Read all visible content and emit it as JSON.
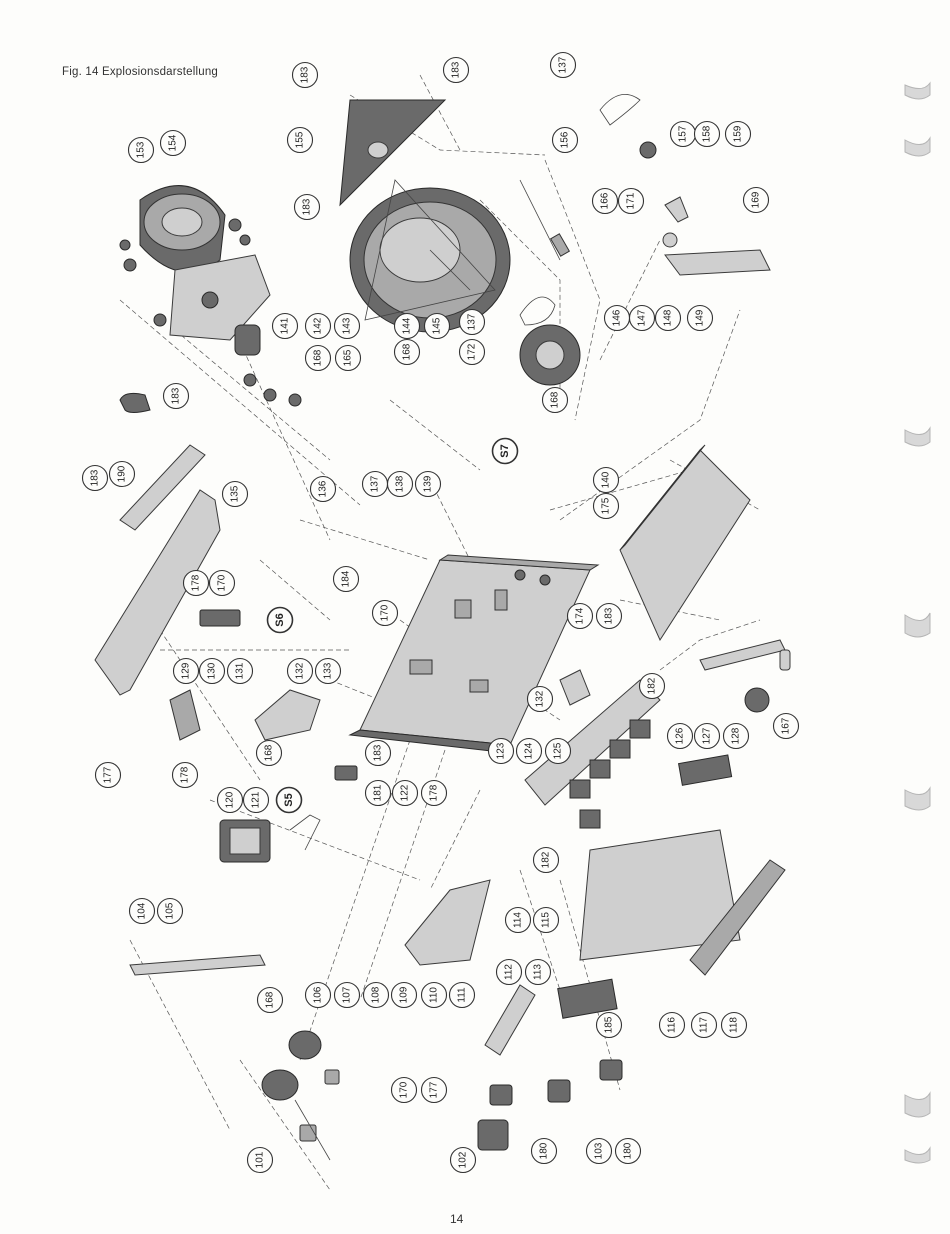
{
  "figure": {
    "caption": "Fig. 14  Explosionsdarstellung",
    "page_number": "14"
  },
  "callouts": [
    {
      "id": "c183a",
      "label": "183"
    },
    {
      "id": "c183b",
      "label": "183"
    },
    {
      "id": "c137a",
      "label": "137"
    },
    {
      "id": "c156",
      "label": "156"
    },
    {
      "id": "c157",
      "label": "157"
    },
    {
      "id": "c158",
      "label": "158"
    },
    {
      "id": "c159",
      "label": "159"
    },
    {
      "id": "c153",
      "label": "153"
    },
    {
      "id": "c154",
      "label": "154"
    },
    {
      "id": "c155",
      "label": "155"
    },
    {
      "id": "c183c",
      "label": "183"
    },
    {
      "id": "c166",
      "label": "166"
    },
    {
      "id": "c171",
      "label": "171"
    },
    {
      "id": "c169",
      "label": "169"
    },
    {
      "id": "c141",
      "label": "141"
    },
    {
      "id": "c142",
      "label": "142"
    },
    {
      "id": "c143",
      "label": "143"
    },
    {
      "id": "c144",
      "label": "144"
    },
    {
      "id": "c145",
      "label": "145"
    },
    {
      "id": "c137b",
      "label": "137"
    },
    {
      "id": "c146",
      "label": "146"
    },
    {
      "id": "c147",
      "label": "147"
    },
    {
      "id": "c148",
      "label": "148"
    },
    {
      "id": "c149",
      "label": "149"
    },
    {
      "id": "c168a",
      "label": "168"
    },
    {
      "id": "c165",
      "label": "165"
    },
    {
      "id": "c168b",
      "label": "168"
    },
    {
      "id": "c172",
      "label": "172"
    },
    {
      "id": "c168c",
      "label": "168"
    },
    {
      "id": "c183d",
      "label": "183"
    },
    {
      "id": "c183e",
      "label": "183"
    },
    {
      "id": "c190",
      "label": "190"
    },
    {
      "id": "c135",
      "label": "135"
    },
    {
      "id": "c136",
      "label": "136"
    },
    {
      "id": "c137c",
      "label": "137"
    },
    {
      "id": "c138",
      "label": "138"
    },
    {
      "id": "c139",
      "label": "139"
    },
    {
      "id": "cS7",
      "label": "S7"
    },
    {
      "id": "c140",
      "label": "140"
    },
    {
      "id": "c175",
      "label": "175"
    },
    {
      "id": "c178a",
      "label": "178"
    },
    {
      "id": "c170a",
      "label": "170"
    },
    {
      "id": "cS6",
      "label": "S6"
    },
    {
      "id": "c184",
      "label": "184"
    },
    {
      "id": "c170b",
      "label": "170"
    },
    {
      "id": "c174",
      "label": "174"
    },
    {
      "id": "c183f",
      "label": "183"
    },
    {
      "id": "c129",
      "label": "129"
    },
    {
      "id": "c130",
      "label": "130"
    },
    {
      "id": "c131",
      "label": "131"
    },
    {
      "id": "c132a",
      "label": "132"
    },
    {
      "id": "c133",
      "label": "133"
    },
    {
      "id": "c132b",
      "label": "132"
    },
    {
      "id": "c182a",
      "label": "182"
    },
    {
      "id": "c126",
      "label": "126"
    },
    {
      "id": "c127",
      "label": "127"
    },
    {
      "id": "c128",
      "label": "128"
    },
    {
      "id": "c167",
      "label": "167"
    },
    {
      "id": "c168d",
      "label": "168"
    },
    {
      "id": "c183g",
      "label": "183"
    },
    {
      "id": "c123",
      "label": "123"
    },
    {
      "id": "c124",
      "label": "124"
    },
    {
      "id": "c125",
      "label": "125"
    },
    {
      "id": "c177a",
      "label": "177"
    },
    {
      "id": "c178b",
      "label": "178"
    },
    {
      "id": "c120",
      "label": "120"
    },
    {
      "id": "c121",
      "label": "121"
    },
    {
      "id": "cS5",
      "label": "S5"
    },
    {
      "id": "c181",
      "label": "181"
    },
    {
      "id": "c122",
      "label": "122"
    },
    {
      "id": "c178c",
      "label": "178"
    },
    {
      "id": "c182b",
      "label": "182"
    },
    {
      "id": "c104",
      "label": "104"
    },
    {
      "id": "c105",
      "label": "105"
    },
    {
      "id": "c114",
      "label": "114"
    },
    {
      "id": "c115",
      "label": "115"
    },
    {
      "id": "c112",
      "label": "112"
    },
    {
      "id": "c113",
      "label": "113"
    },
    {
      "id": "c106",
      "label": "106"
    },
    {
      "id": "c107",
      "label": "107"
    },
    {
      "id": "c108",
      "label": "108"
    },
    {
      "id": "c109",
      "label": "109"
    },
    {
      "id": "c110",
      "label": "110"
    },
    {
      "id": "c111",
      "label": "111"
    },
    {
      "id": "c168e",
      "label": "168"
    },
    {
      "id": "c185",
      "label": "185"
    },
    {
      "id": "c116",
      "label": "116"
    },
    {
      "id": "c117",
      "label": "117"
    },
    {
      "id": "c118",
      "label": "118"
    },
    {
      "id": "c170c",
      "label": "170"
    },
    {
      "id": "c177b",
      "label": "177"
    },
    {
      "id": "c101",
      "label": "101"
    },
    {
      "id": "c102",
      "label": "102"
    },
    {
      "id": "c180a",
      "label": "180"
    },
    {
      "id": "c103",
      "label": "103"
    },
    {
      "id": "c180b",
      "label": "180"
    }
  ]
}
